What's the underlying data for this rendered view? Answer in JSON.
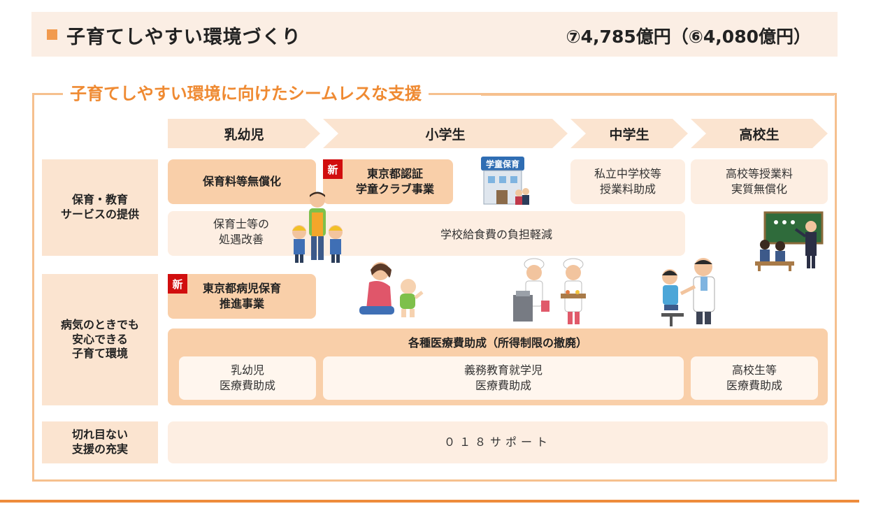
{
  "header": {
    "title": "子育てしやすい環境づくり",
    "budget": "⑦4,785億円（⑥4,080億円）"
  },
  "section_title": "子育てしやすい環境に向けたシームレスな支援",
  "stages": [
    "乳幼児",
    "小学生",
    "中学生",
    "高校生"
  ],
  "row_labels": {
    "education": "保育・教育\nサービスの提供",
    "illness": "病気のときでも\n安心できる\n子育て環境",
    "support": "切れ目ない\n支援の充実"
  },
  "new_badge": "新",
  "boxes": {
    "childcare_free": "保育料等無償化",
    "gakudo": "東京都認証\n学童クラブ事業",
    "private_middle": "私立中学校等\n授業料助成",
    "high_school_tuition": "高校等授業料\n実質無償化",
    "nursery_staff": "保育士等の\n処遇改善",
    "school_lunch": "学校給食費の負担軽減",
    "sick_childcare": "東京都病児保育\n推進事業",
    "medical_header": "各種医療費助成（所得制限の撤廃）",
    "medical_infant": "乳幼児\n医療費助成",
    "medical_compulsory": "義務教育就学児\n医療費助成",
    "medical_high": "高校生等\n医療費助成",
    "support_018": "０１８サポート"
  },
  "illustration_sign": "学童保育",
  "colors": {
    "accent": "#ef8a32",
    "frame": "#f6c08e",
    "light_fill": "#fdeee2",
    "mid_fill": "#f9cfa9",
    "badge_red": "#d10e0e"
  }
}
